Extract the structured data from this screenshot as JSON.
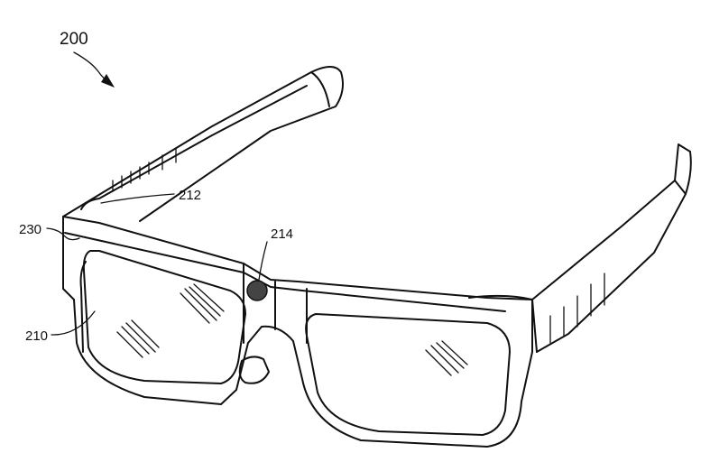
{
  "figure": {
    "labels": {
      "device": "200",
      "temple_arm": "212",
      "camera": "214",
      "frame_end": "230",
      "lens": "210"
    }
  }
}
